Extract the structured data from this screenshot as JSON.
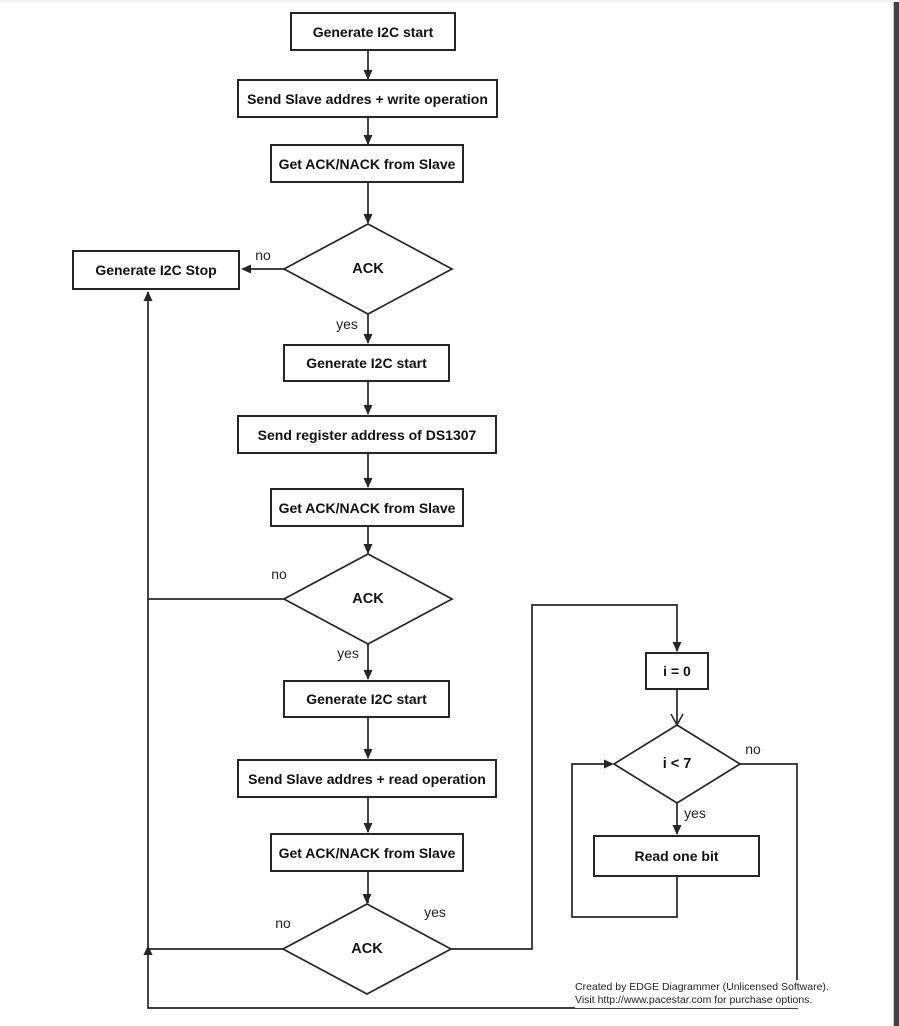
{
  "nodes": {
    "generate_i2c_start_1": "Generate I2C start",
    "send_slave_write": "Send Slave addres + write operation",
    "get_ack_nack_1": "Get ACK/NACK from Slave",
    "ack_decision_1": "ACK",
    "generate_i2c_stop": "Generate I2C Stop",
    "generate_i2c_start_2": "Generate I2C start",
    "send_register_address": "Send register address of DS1307",
    "get_ack_nack_2": "Get ACK/NACK from Slave",
    "ack_decision_2": "ACK",
    "generate_i2c_start_3": "Generate I2C start",
    "send_slave_read": "Send Slave addres + read operation",
    "get_ack_nack_3": "Get ACK/NACK from Slave",
    "ack_decision_3": "ACK",
    "i_equals_0": "i = 0",
    "i_less_than_7": "i < 7",
    "read_one_bit": "Read one bit"
  },
  "branch_labels": {
    "ack1_no": "no",
    "ack1_yes": "yes",
    "ack2_no": "no",
    "ack2_yes": "yes",
    "ack3_no": "no",
    "ack3_yes": "yes",
    "i7_no": "no",
    "i7_yes": "yes"
  },
  "footer": {
    "line1": "Created by EDGE Diagrammer (Unlicensed Software).",
    "line2": "Visit http://www.pacestar.com for purchase options."
  },
  "colors": {
    "line": "#262626",
    "text": "#111111",
    "page_background": "#ffffff",
    "viewer_edge": "#3e4146"
  }
}
